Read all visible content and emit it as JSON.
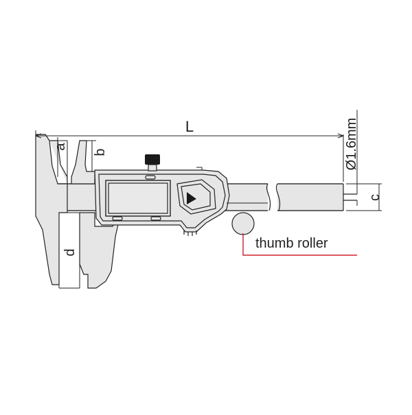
{
  "diagram": {
    "labels": {
      "length": "L",
      "dim_a": "a",
      "dim_b": "b",
      "dim_c": "c",
      "dim_d": "d",
      "depth_rod": "Ø1.6mm",
      "thumb_roller": "thumb roller"
    },
    "colors": {
      "body_fill": "#e6e6e6",
      "outline": "#222222",
      "leader": "#d0202a",
      "display": "#e9e9e9",
      "knob": "#1a1a1a"
    }
  }
}
